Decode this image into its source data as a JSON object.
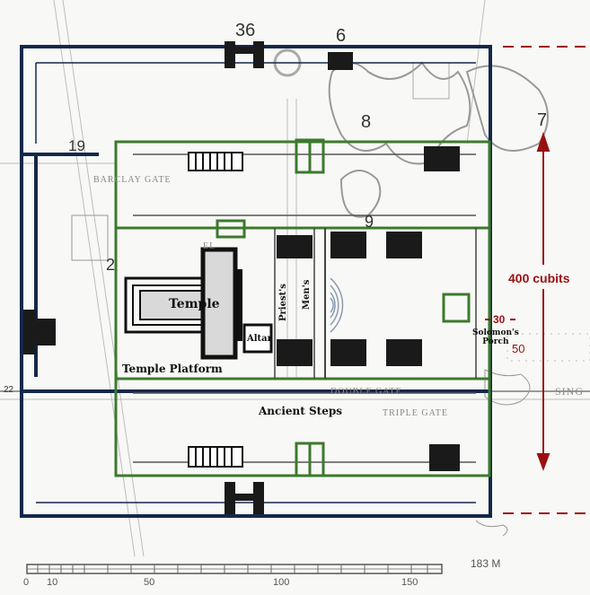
{
  "labels": {
    "temple": "Temple",
    "altar": "Altar",
    "priests": "Priest's",
    "mens": "Men's",
    "temple_platform": "Temple Platform",
    "ancient_steps": "Ancient Steps",
    "solomons_porch": "Solomon's\nPorch",
    "dim_400": "400 cubits",
    "dim_30": "30",
    "dim_50": "50"
  },
  "map_numbers": {
    "n36": "36",
    "n6": "6",
    "n7": "7",
    "n8": "8",
    "n19": "19",
    "n2": "2",
    "n9": "9",
    "n22": "22"
  },
  "faint_labels": {
    "barclay_gate": "BARCLAY GATE",
    "double_gate": "DOUBLE GATE",
    "triple_gate": "TRIPLE GATE",
    "sing": "SING",
    "el": "EL"
  },
  "scale": {
    "ticks": [
      "0",
      "10",
      "50",
      "100",
      "150"
    ],
    "end_label": "183 M"
  },
  "colors": {
    "outer_wall": "#14284a",
    "green_wall": "#3b7a2c",
    "dimension": "#9a1010",
    "temple_fill": "#111111"
  }
}
